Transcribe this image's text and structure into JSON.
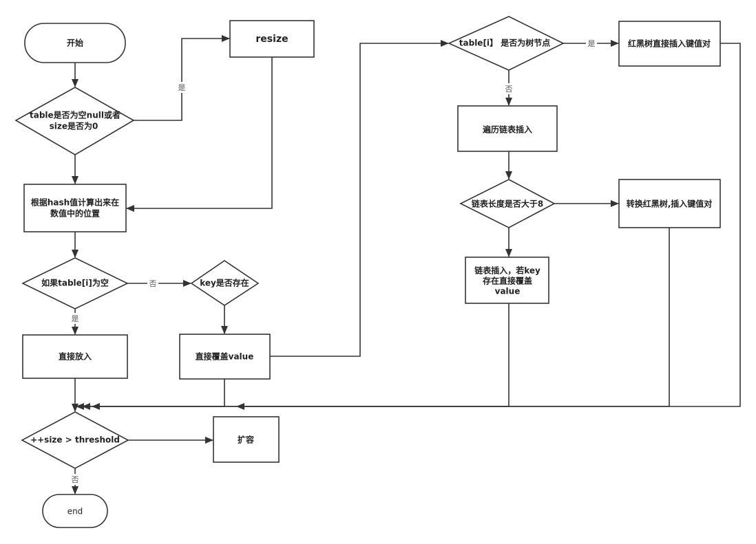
{
  "title": "HashMap put 流程图",
  "colors": {
    "stroke": "#333333",
    "background": "#ffffff",
    "text": "#222222",
    "edge_label": "#555555"
  },
  "nodes": {
    "start": {
      "type": "terminator",
      "lines": [
        "开始"
      ]
    },
    "check_table_empty": {
      "type": "decision",
      "lines": [
        "table是否为空null或者",
        "size是否为0"
      ]
    },
    "resize": {
      "type": "process",
      "lines": [
        "resize"
      ]
    },
    "compute_index": {
      "type": "process",
      "lines": [
        "根据hash值计算出来在",
        "数值中的位置"
      ]
    },
    "check_bucket_empty": {
      "type": "decision",
      "lines": [
        "如果table[i]为空"
      ]
    },
    "key_exists": {
      "type": "decision",
      "lines": [
        "key是否存在"
      ]
    },
    "put_direct": {
      "type": "process",
      "lines": [
        "直接放入"
      ]
    },
    "overwrite_value": {
      "type": "process",
      "lines": [
        "直接覆盖value"
      ]
    },
    "check_threshold": {
      "type": "decision",
      "lines": [
        "++size > threshold"
      ]
    },
    "expand": {
      "type": "process",
      "lines": [
        "扩容"
      ]
    },
    "end": {
      "type": "terminator",
      "lines": [
        "end"
      ]
    },
    "is_tree_node": {
      "type": "decision",
      "lines": [
        "table[i】 是否为树节点"
      ]
    },
    "rb_insert": {
      "type": "process",
      "lines": [
        "红黑树直接插入键值对"
      ]
    },
    "traverse_list": {
      "type": "process",
      "lines": [
        "遍历链表插入"
      ]
    },
    "list_length_check": {
      "type": "decision",
      "lines": [
        "链表长度是否大于8"
      ]
    },
    "convert_rb": {
      "type": "process",
      "lines": [
        "转换红黑树,插入键值对"
      ]
    },
    "list_insert": {
      "type": "process",
      "lines": [
        "链表插入，若key",
        "存在直接覆盖",
        "value"
      ]
    }
  },
  "edges": [
    {
      "from": "start",
      "to": "check_table_empty",
      "label": ""
    },
    {
      "from": "check_table_empty",
      "to": "resize",
      "label": "是"
    },
    {
      "from": "check_table_empty",
      "to": "compute_index",
      "label": ""
    },
    {
      "from": "resize",
      "to": "compute_index",
      "label": ""
    },
    {
      "from": "compute_index",
      "to": "check_bucket_empty",
      "label": ""
    },
    {
      "from": "check_bucket_empty",
      "to": "key_exists",
      "label": "否"
    },
    {
      "from": "check_bucket_empty",
      "to": "put_direct",
      "label": "是"
    },
    {
      "from": "key_exists",
      "to": "overwrite_value",
      "label": ""
    },
    {
      "from": "overwrite_value",
      "to": "is_tree_node",
      "label": ""
    },
    {
      "from": "is_tree_node",
      "to": "rb_insert",
      "label": "是"
    },
    {
      "from": "is_tree_node",
      "to": "traverse_list",
      "label": "否"
    },
    {
      "from": "traverse_list",
      "to": "list_length_check",
      "label": ""
    },
    {
      "from": "list_length_check",
      "to": "convert_rb",
      "label": ""
    },
    {
      "from": "list_length_check",
      "to": "list_insert",
      "label": ""
    },
    {
      "from": "put_direct",
      "to": "check_threshold",
      "label": ""
    },
    {
      "from": "overwrite_value",
      "to": "check_threshold",
      "label": ""
    },
    {
      "from": "list_insert",
      "to": "check_threshold",
      "label": ""
    },
    {
      "from": "convert_rb",
      "to": "check_threshold",
      "label": ""
    },
    {
      "from": "rb_insert",
      "to": "check_threshold",
      "label": ""
    },
    {
      "from": "check_threshold",
      "to": "expand",
      "label": ""
    },
    {
      "from": "check_threshold",
      "to": "end",
      "label": "否"
    }
  ],
  "edge_labels": {
    "yes": "是",
    "no": "否"
  }
}
